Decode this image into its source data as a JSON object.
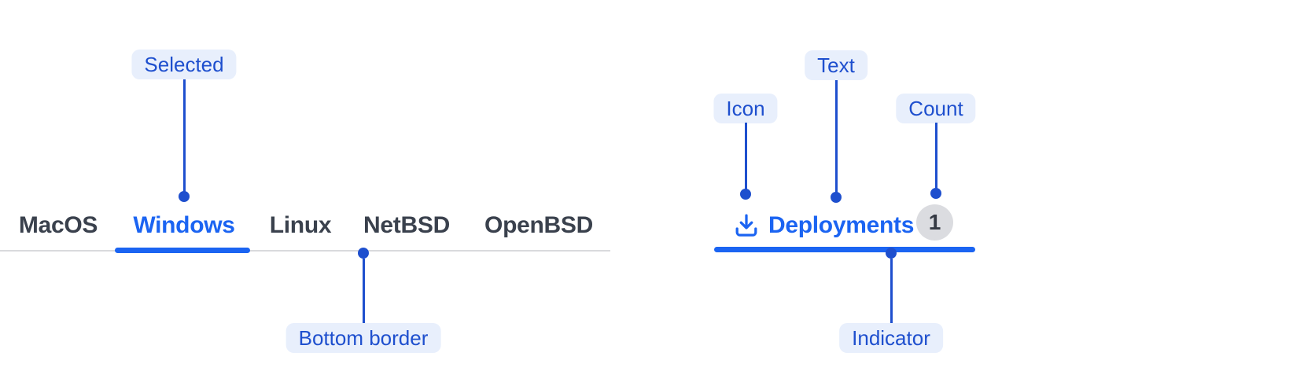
{
  "colors": {
    "accent": "#1B64F2",
    "annotation": "#1E4FCE",
    "pill_bg": "#E8EFFC",
    "tab_text": "#3A414D",
    "border": "#D9DADD",
    "badge_bg": "#DBDCE0",
    "badge_text": "#353A44"
  },
  "tabs_example": {
    "items": [
      {
        "label": "MacOS",
        "selected": false
      },
      {
        "label": "Windows",
        "selected": true
      },
      {
        "label": "Linux",
        "selected": false
      },
      {
        "label": "NetBSD",
        "selected": false
      },
      {
        "label": "OpenBSD",
        "selected": false
      }
    ]
  },
  "tab_anatomy": {
    "icon_name": "download-icon",
    "label": "Deployments",
    "count": "1"
  },
  "annotations": {
    "selected": "Selected",
    "bottom_border": "Bottom border",
    "icon": "Icon",
    "text": "Text",
    "count": "Count",
    "indicator": "Indicator"
  }
}
